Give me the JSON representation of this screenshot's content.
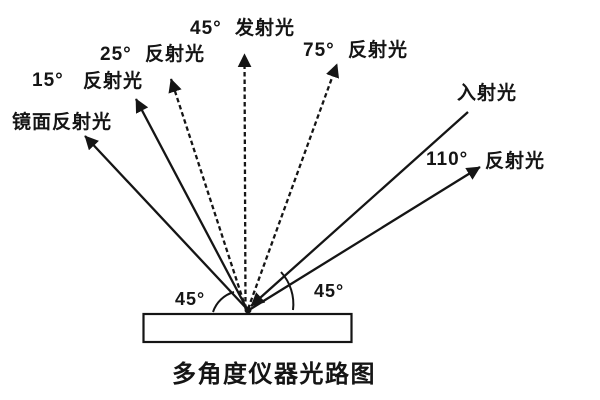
{
  "figure": {
    "title": "多角度仪器光路图",
    "rays": [
      {
        "label": "镜面反射光",
        "style": "solid"
      },
      {
        "angle": "15°",
        "label": "反射光",
        "style": "solid"
      },
      {
        "angle": "25°",
        "label": "反射光",
        "style": "dashed"
      },
      {
        "angle": "45°",
        "label": "发射光",
        "style": "dashed"
      },
      {
        "angle": "75°",
        "label": "反射光",
        "style": "dashed"
      },
      {
        "label": "入射光",
        "style": "solid"
      },
      {
        "angle": "110°",
        "label": "反射光",
        "style": "solid"
      }
    ],
    "surface_angles": [
      {
        "label": "45°",
        "position": "left"
      },
      {
        "label": "45°",
        "position": "right"
      }
    ],
    "ink_color": "#151515",
    "background_color": "#ffffff"
  }
}
